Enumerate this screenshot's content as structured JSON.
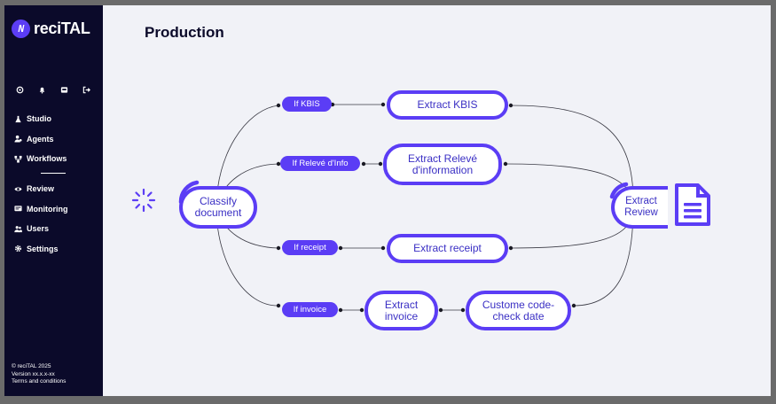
{
  "brand": {
    "name": "reciTAL",
    "mark": "/\\/"
  },
  "page": {
    "title": "Production"
  },
  "sidebar": {
    "quick_icons": [
      "settings-gear-icon",
      "bell-icon",
      "inbox-icon",
      "logout-icon"
    ],
    "items": [
      {
        "label": "Studio",
        "icon": "flask-icon"
      },
      {
        "label": "Agents",
        "icon": "agents-icon"
      },
      {
        "label": "Workflows",
        "icon": "workflow-icon"
      },
      {
        "label": "Review",
        "icon": "eye-icon"
      },
      {
        "label": "Monitoring",
        "icon": "monitor-icon"
      },
      {
        "label": "Users",
        "icon": "users-icon"
      },
      {
        "label": "Settings",
        "icon": "settings-icon"
      }
    ],
    "footer": {
      "copyright": "© reciTAL 2025",
      "version": "Version xx.x.x-xx",
      "terms": "Terms and conditions"
    }
  },
  "workflow": {
    "start_node": "Classify document",
    "conditions": {
      "kbis": "If KBIS",
      "releve": "If Relevé d'Info",
      "receipt": "If receipt",
      "invoice": "If invoice"
    },
    "steps": {
      "kbis": "Extract KBIS",
      "releve": "Extract Relevé d'information",
      "receipt": "Extract receipt",
      "invoice": "Extract invoice",
      "custom": "Custome code- check date"
    },
    "end_node": "Extract Review",
    "accent": "#5b3df5",
    "sidebar_bg": "#0b0a2a"
  }
}
